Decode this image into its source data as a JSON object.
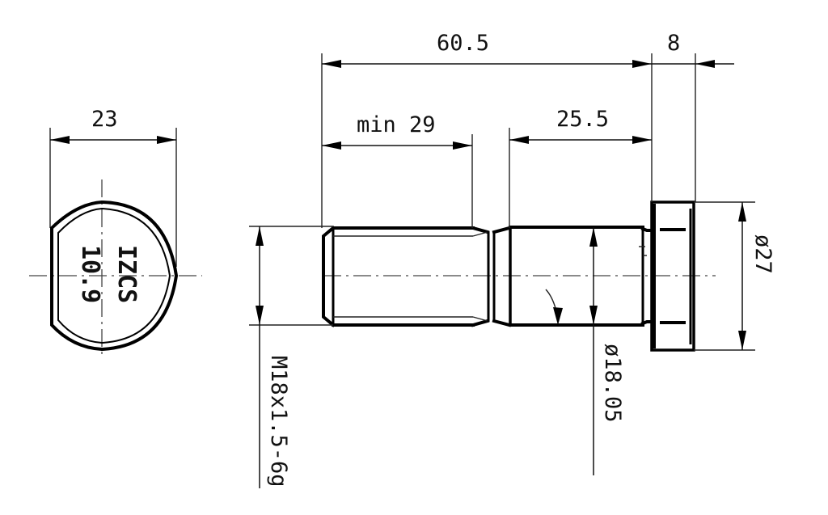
{
  "drawing": {
    "subject": "wheel stud bolt",
    "colors": {
      "line": "#000000",
      "background": "#ffffff"
    },
    "end_view": {
      "width_dimension": "23",
      "head_marking_line1": "IZCS",
      "head_marking_line2": "10.9"
    },
    "side_view": {
      "overall_length": "60.5",
      "head_thickness": "8",
      "thread_length": "min 29",
      "knurl_length": "25.5",
      "head_diameter": "ø27",
      "knurl_diameter": "ø18.05",
      "thread_spec": "M18x1.5-6g"
    }
  }
}
